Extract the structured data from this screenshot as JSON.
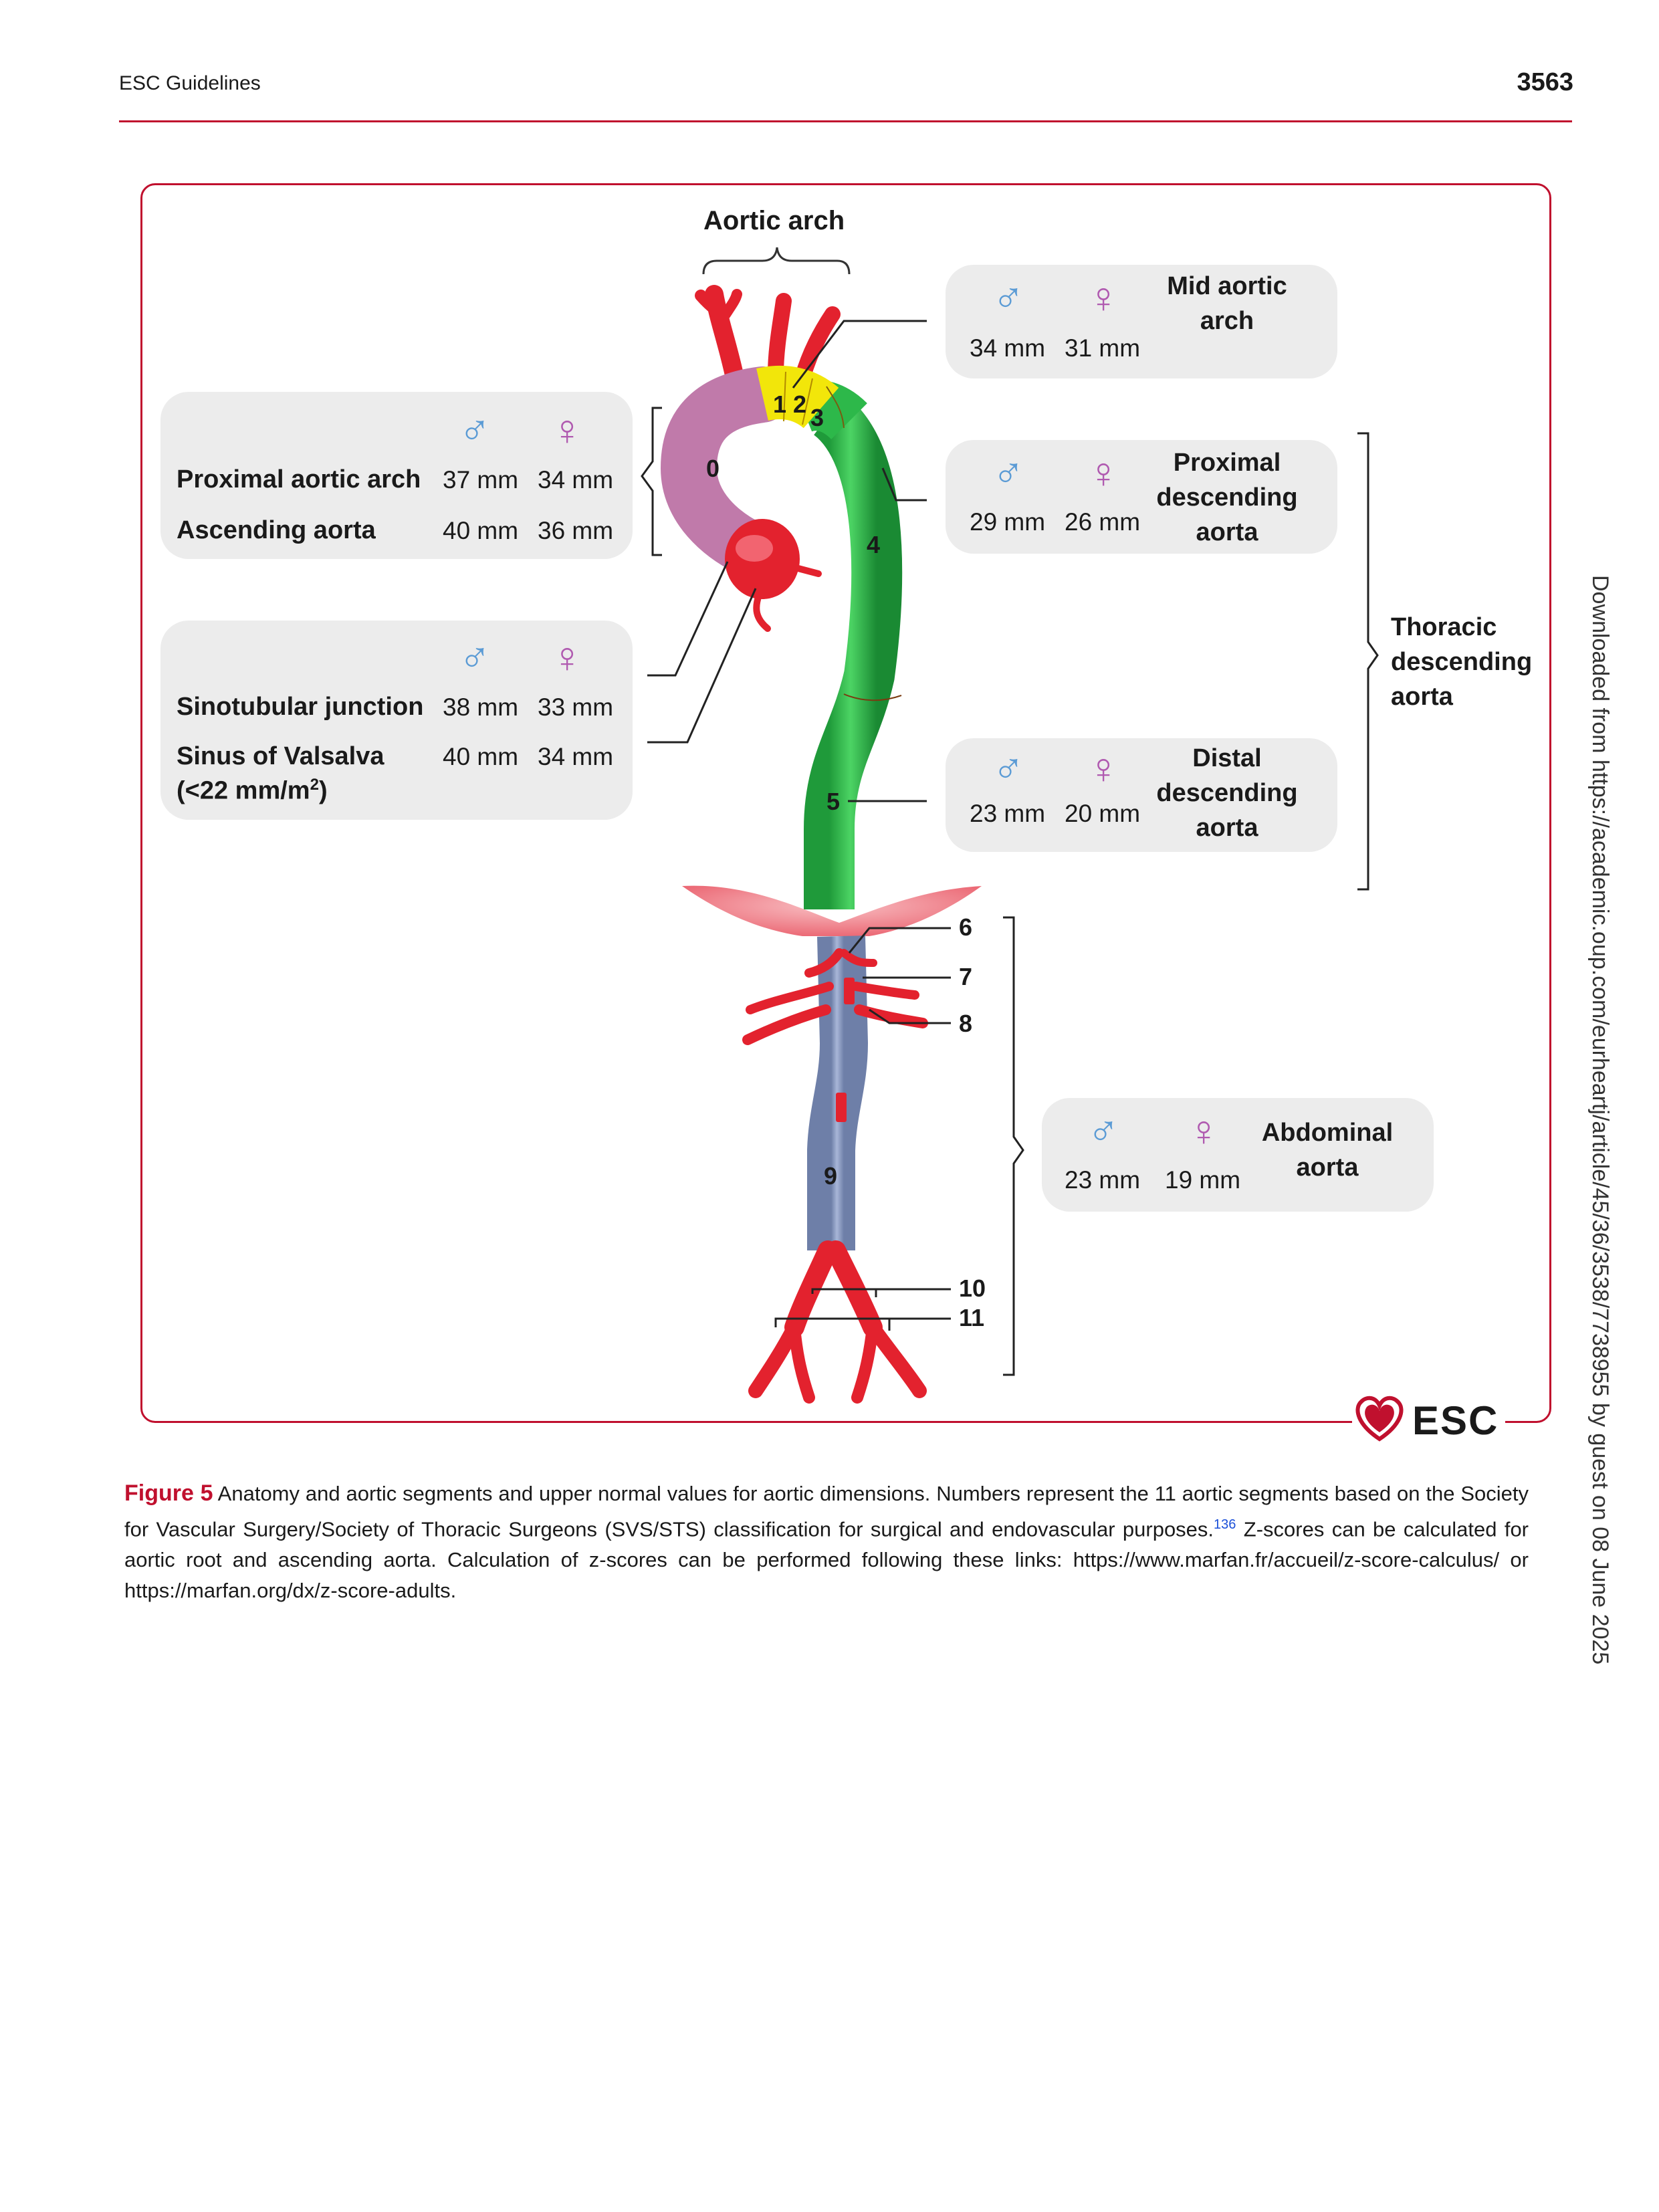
{
  "header": {
    "left": "ESC Guidelines",
    "page_number": "3563"
  },
  "figure": {
    "aortic_arch_title": "Aortic arch",
    "male_symbol": "♂",
    "female_symbol": "♀",
    "colors": {
      "male": "#5b9bd5",
      "female": "#b05ab0",
      "brand_red": "#c0102e",
      "ascending": "#c07aaa",
      "arch": "#f2e60a",
      "thoracic": "#2db84a",
      "abdominal": "#8f9fc3",
      "vessels": "#e3222e"
    },
    "panel_proximal_arch": {
      "rows": [
        {
          "label": "Proximal aortic arch",
          "male": "37 mm",
          "female": "34 mm"
        },
        {
          "label": "Ascending aorta",
          "male": "40 mm",
          "female": "36 mm"
        }
      ]
    },
    "panel_root": {
      "rows": [
        {
          "label": "Sinotubular junction",
          "male": "38 mm",
          "female": "33 mm"
        },
        {
          "label": "Sinus of Valsalva",
          "male": "40 mm",
          "female": "34 mm"
        }
      ],
      "index_note": "(<22 mm/m",
      "index_sup": "2",
      "index_close": ")"
    },
    "panel_mid_arch": {
      "title": "Mid aortic arch",
      "male": "34 mm",
      "female": "31 mm"
    },
    "panel_proximal_desc": {
      "title": "Proximal descending aorta",
      "male": "29 mm",
      "female": "26 mm"
    },
    "panel_distal_desc": {
      "title": "Distal descending aorta",
      "male": "23 mm",
      "female": "20 mm"
    },
    "panel_abdominal": {
      "title": "Abdominal aorta",
      "male": "23 mm",
      "female": "19 mm"
    },
    "thoracic_label": "Thoracic descending aorta",
    "segments": [
      "0",
      "1",
      "2",
      "3",
      "4",
      "5",
      "6",
      "7",
      "8",
      "9",
      "10",
      "11"
    ],
    "logo_text": "ESC",
    "logo_icon": "heart-logo-icon"
  },
  "caption": {
    "label": "Figure 5",
    "text": " Anatomy and aortic segments and upper normal values for aortic dimensions. Numbers represent the 11 aortic segments based on the Society for Vascular  Surgery/Society of Thoracic Surgeons (SVS/STS) classification for surgical and endovascular purposes.",
    "ref": "136",
    "text2": " Z-scores can be calculated for aortic root and ascending aorta. Calculation of z-scores can be performed following these links: https://www.marfan.fr/accueil/z-score-calculus/ or https://marfan.org/dx/z-score-adults."
  },
  "side_note": "Downloaded from https://academic.oup.com/eurheartj/article/45/36/3538/7738955 by guest on 08 June 2025"
}
